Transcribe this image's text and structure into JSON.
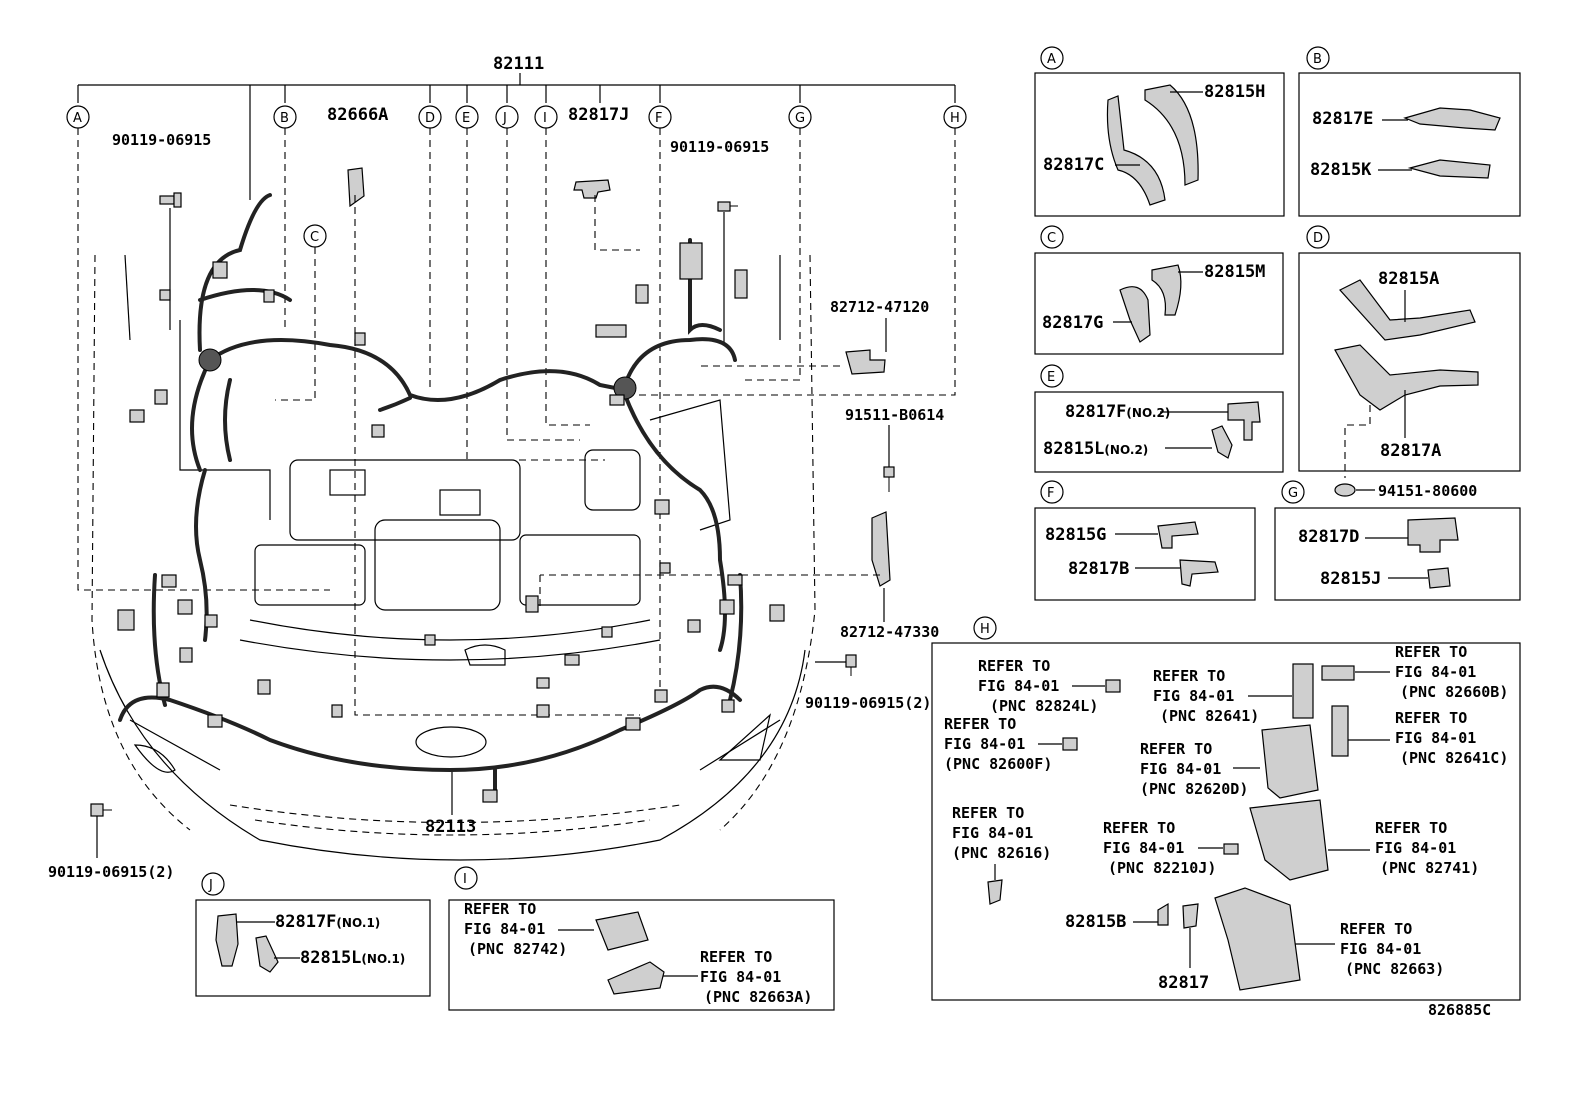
{
  "diagram": {
    "main_harness": "82111",
    "lower_harness": "82113",
    "callouts": [
      "A",
      "B",
      "C",
      "D",
      "E",
      "J",
      "I",
      "F",
      "G",
      "H"
    ],
    "bolt_tl": "90119-06915",
    "bolt_tr": "90119-06915",
    "part_82666A": "82666A",
    "part_82817J": "82817J",
    "bracket_82712_47120": "82712-47120",
    "clip_91511": "91511-B0614",
    "bracket_82712_47330": "82712-47330",
    "bolt_br": "90119-06915(2)",
    "bolt_bl": "90119-06915(2)",
    "figure_code": "826885C"
  },
  "panels": {
    "A": {
      "letter": "A",
      "items": [
        "82815H",
        "82817C"
      ]
    },
    "B": {
      "letter": "B",
      "items": [
        "82817E",
        "82815K"
      ]
    },
    "C": {
      "letter": "C",
      "items": [
        "82815M",
        "82817G"
      ]
    },
    "D": {
      "letter": "D",
      "items": [
        "82815A",
        "82817A",
        "94151-80600"
      ]
    },
    "E": {
      "letter": "E",
      "item1": "82817F",
      "item1_note": "(NO.2)",
      "item2": "82815L",
      "item2_note": "(NO.2)"
    },
    "F": {
      "letter": "F",
      "items": [
        "82815G",
        "82817B"
      ]
    },
    "G": {
      "letter": "G",
      "items": [
        "82817D",
        "82815J"
      ]
    },
    "J": {
      "letter": "J",
      "item1": "82817F",
      "item1_note": "(NO.1)",
      "item2": "82815L",
      "item2_note": "(NO.1)"
    },
    "I": {
      "letter": "I",
      "refs": [
        {
          "l1": "REFER TO",
          "l2": "FIG 84-01",
          "l3": "(PNC 82742)"
        },
        {
          "l1": "REFER TO",
          "l2": "FIG 84-01",
          "l3": "(PNC 82663A)"
        }
      ]
    },
    "H": {
      "letter": "H",
      "refs": [
        {
          "l1": "REFER TO",
          "l2": "FIG 84-01",
          "l3": "(PNC 82824L)"
        },
        {
          "l1": "REFER TO",
          "l2": "FIG 84-01",
          "l3": "(PNC 82600F)"
        },
        {
          "l1": "REFER TO",
          "l2": "FIG 84-01",
          "l3": "(PNC 82616)"
        },
        {
          "l1": "REFER TO",
          "l2": "FIG 84-01",
          "l3": "(PNC 82641)"
        },
        {
          "l1": "REFER TO",
          "l2": "FIG 84-01",
          "l3": "(PNC 82620D)"
        },
        {
          "l1": "REFER TO",
          "l2": "FIG 84-01",
          "l3": "(PNC 82210J)"
        },
        {
          "l1": "REFER TO",
          "l2": "FIG 84-01",
          "l3": "(PNC 82660B)"
        },
        {
          "l1": "REFER TO",
          "l2": "FIG 84-01",
          "l3": "(PNC 82641C)"
        },
        {
          "l1": "REFER TO",
          "l2": "FIG 84-01",
          "l3": "(PNC 82741)"
        },
        {
          "l1": "REFER TO",
          "l2": "FIG 84-01",
          "l3": "(PNC 82663)"
        }
      ],
      "part_82815B": "82815B",
      "part_82817": "82817"
    }
  }
}
